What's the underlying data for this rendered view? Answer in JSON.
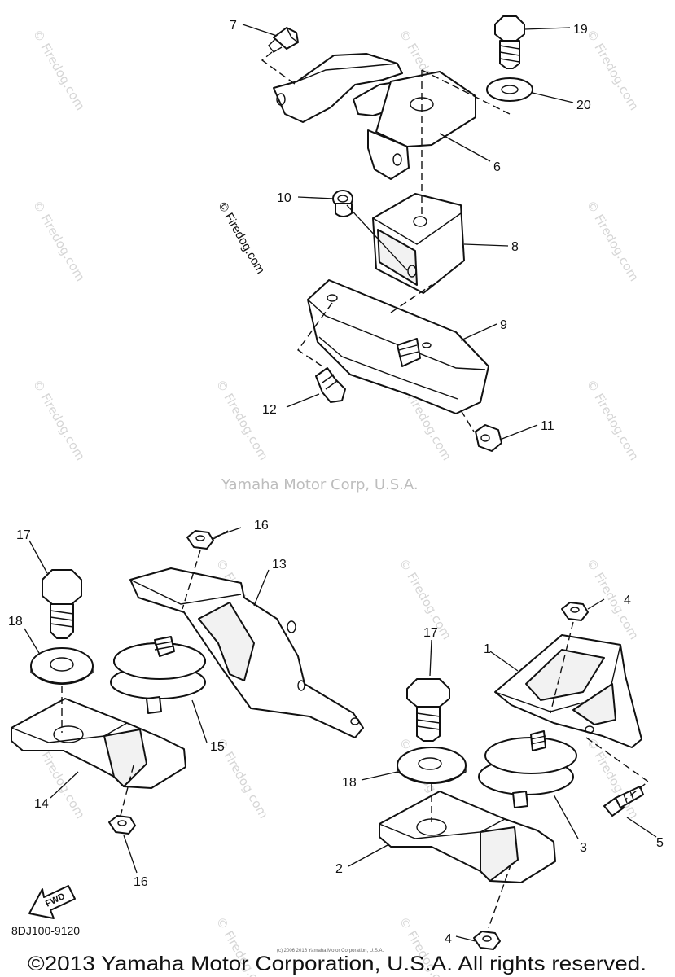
{
  "diagram": {
    "diagram_code": "8DJ100-9120",
    "center_watermark": "Yamaha Motor Corp, U.S.A.",
    "side_watermark": "© Firedog.com",
    "repeat_watermark": "© Firedog.com",
    "fwd_label": "FWD",
    "copyright": "©2013 Yamaha Motor Corporation, U.S.A. All rights reserved.",
    "fine_print": "(c) 2006 2016 Yamaha Motor Corporation, U.S.A.",
    "callouts": {
      "c7": "7",
      "c19": "19",
      "c20": "20",
      "c6": "6",
      "c10": "10",
      "c8": "8",
      "c9": "9",
      "c12": "12",
      "c11": "11",
      "c16a": "16",
      "c13": "13",
      "c17a": "17",
      "c18a": "18",
      "c15": "15",
      "c14": "14",
      "c16b": "16",
      "c4a": "4",
      "c1": "1",
      "c17b": "17",
      "c18b": "18",
      "c3": "3",
      "c5": "5",
      "c2": "2",
      "c4b": "4"
    }
  }
}
